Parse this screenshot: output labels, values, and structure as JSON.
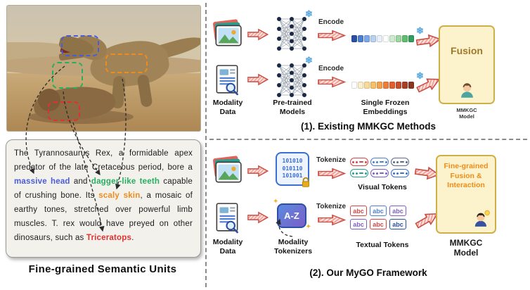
{
  "left": {
    "caption": "Fine-grained Semantic Units",
    "annotations": [
      {
        "name": "massive head",
        "color": "#4a5bdc"
      },
      {
        "name": "dagger-like teeth",
        "color": "#27ae60"
      },
      {
        "name": "scaly skin",
        "color": "#f08c1a"
      },
      {
        "name": "Triceratops",
        "color": "#e03131"
      }
    ],
    "description_segments": [
      {
        "text": "The Tyrannosaurus Rex, a formidable apex predator of the late Cretaceous period, bore a "
      },
      {
        "text": "massive head",
        "color": "#4a5bdc"
      },
      {
        "text": " and "
      },
      {
        "text": "dagger-like teeth",
        "color": "#27ae60"
      },
      {
        "text": " capable of crushing bone. Its "
      },
      {
        "text": "scaly skin",
        "color": "#f08c1a"
      },
      {
        "text": ", a mosaic of earthy tones, stretched over powerful limb muscles. T. rex would have preyed on other dinosaurs, such as "
      },
      {
        "text": "Triceratops",
        "color": "#e03131"
      },
      {
        "text": "."
      }
    ]
  },
  "section1": {
    "caption": "(1). Existing MMKGC Methods",
    "encode_label": "Encode",
    "modality_data_label": "Modality Data",
    "pretrained_label": "Pre-trained Models",
    "embeddings_label": "Single Frozen Embeddings",
    "fusion_label": "Fusion",
    "model_label": "MMKGC Model",
    "frozen_icon": "❄",
    "embedding_top_colors": [
      "#2c4fa3",
      "#4a7fd4",
      "#7da7e8",
      "#b9d2f2",
      "#e8f0fa",
      "#ffffff",
      "#cdeccf",
      "#9ed8a1",
      "#5fbf6e",
      "#2f9e5f"
    ],
    "embedding_bottom_colors": [
      "#ffffff",
      "#fdeec9",
      "#fbd99a",
      "#f9c066",
      "#f5a14b",
      "#ef7d3a",
      "#e25f31",
      "#c94e2d",
      "#a84028",
      "#8a3522"
    ]
  },
  "section2": {
    "caption": "(2). Our MyGO Framework",
    "tokenize_label": "Tokenize",
    "modality_data_label": "Modality Data",
    "tokenizers_label": "Modality Tokenizers",
    "visual_tokens_label": "Visual Tokens",
    "textual_tokens_label": "Textual Tokens",
    "fusion_label": "Fine-grained Fusion & Interaction",
    "model_label": "MMKGC Model",
    "binary_text": "101010\n010110\n101001",
    "az_label": "A-Z",
    "sparkle_icon": "✦",
    "visual_token_colors": [
      "#d64545",
      "#4a7fd4",
      "#5a6b8c",
      "#2a9d8f",
      "#7b5ec7",
      "#3b6fd4"
    ],
    "textual_tokens": [
      {
        "label": "abc",
        "color": "#d64545"
      },
      {
        "label": "abc",
        "color": "#4a7fd4"
      },
      {
        "label": "abc",
        "color": "#7b5ec7"
      },
      {
        "label": "abc",
        "color": "#7b5ec7"
      },
      {
        "label": "abc",
        "color": "#d64545"
      },
      {
        "label": "abc",
        "color": "#2c4fa3"
      }
    ]
  }
}
